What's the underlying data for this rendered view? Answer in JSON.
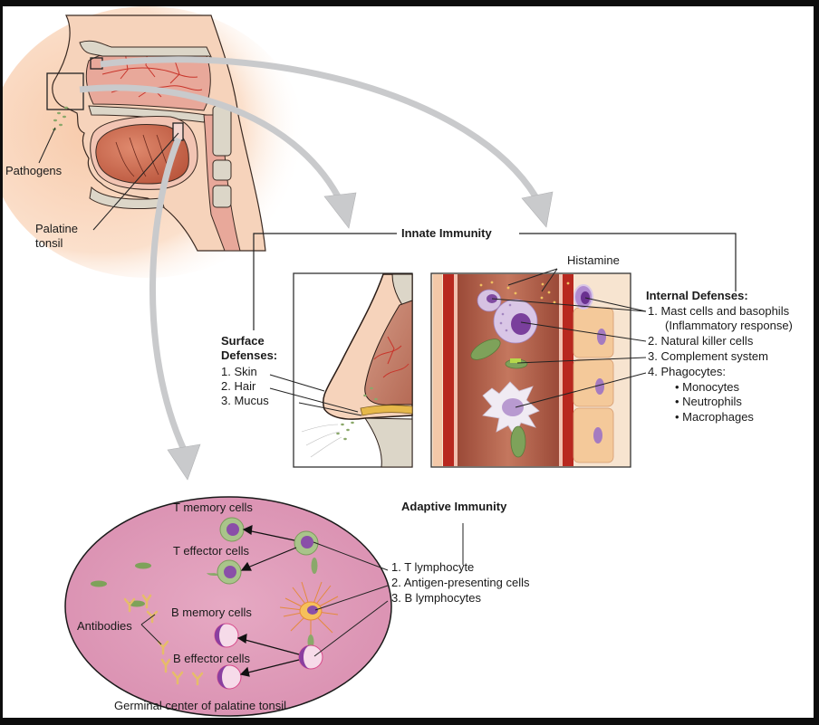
{
  "figure": {
    "head_labels": {
      "pathogens": "Pathogens",
      "palatine_tonsil_line1": "Palatine",
      "palatine_tonsil_line2": "tonsil"
    },
    "innate": {
      "title": "Innate Immunity",
      "histamine": "Histamine",
      "surface": {
        "title_line1": "Surface",
        "title_line2": "Defenses:",
        "items": [
          "1. Skin",
          "2. Hair",
          "3. Mucus"
        ]
      },
      "internal": {
        "title": "Internal Defenses:",
        "items": [
          "1. Mast cells and basophils",
          "(Inflammatory response)",
          "2. Natural killer cells",
          "3. Complement system",
          "4. Phagocytes:"
        ],
        "phagocytes": [
          "• Monocytes",
          "• Neutrophils",
          "• Macrophages"
        ]
      }
    },
    "adaptive": {
      "title": "Adaptive Immunity",
      "items": [
        "1. T lymphocyte",
        "2. Antigen-presenting cells",
        "3. B lymphocytes"
      ]
    },
    "germinal": {
      "t_memory": "T memory cells",
      "t_effector": "T effector cells",
      "b_memory": "B memory cells",
      "b_effector": "B effector cells",
      "antibodies": "Antibodies",
      "caption": "Germinal center of palatine tonsil"
    },
    "colors": {
      "skin": "#f6d6bf",
      "glow": "#fbe3cf",
      "bone": "#dcd6c8",
      "tissue_red": "#c9664f",
      "vessel_red": "#b8281f",
      "arrow_gray": "#c9cacc",
      "oval_pink": "#e0a1bd",
      "green_cell": "#8aa86a",
      "purple_nucleus": "#8a4fa8",
      "antibody_yellow": "#efc875"
    }
  }
}
